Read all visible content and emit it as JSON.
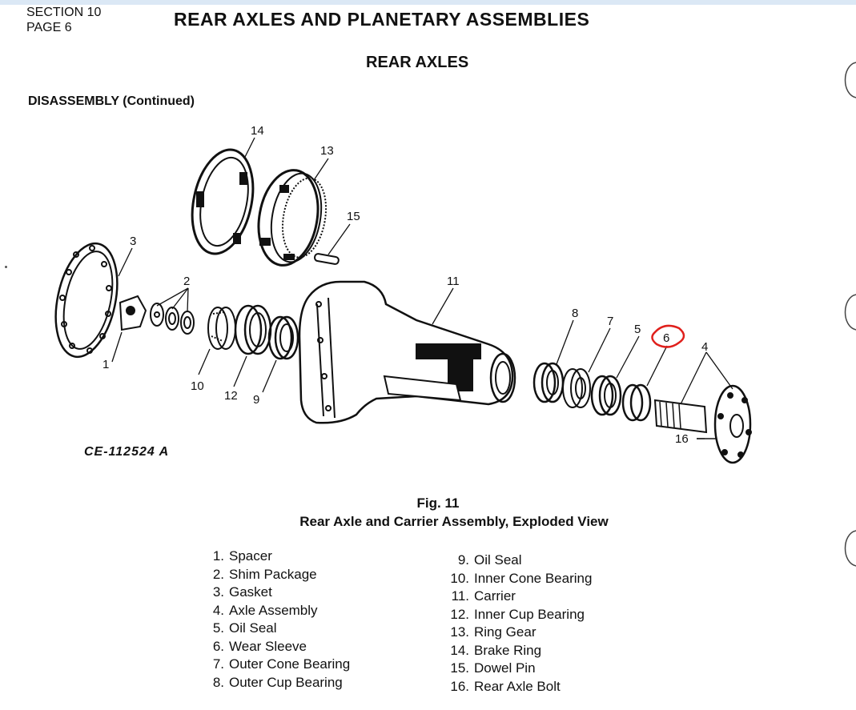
{
  "header": {
    "section": "SECTION 10",
    "page": "PAGE 6",
    "title": "REAR AXLES AND PLANETARY ASSEMBLIES",
    "subtitle": "REAR AXLES",
    "heading": "DISASSEMBLY (Continued)"
  },
  "figure": {
    "code": "CE-112524 A",
    "number": "Fig. 11",
    "caption": "Rear Axle and Carrier Assembly, Exploded View",
    "callouts": [
      "14",
      "13",
      "15",
      "3",
      "2",
      "11",
      "8",
      "7",
      "5",
      "6",
      "4",
      "1",
      "10",
      "12",
      "9",
      "16"
    ],
    "highlight_color": "#e0201c"
  },
  "legend": {
    "left": [
      {
        "num": "1.",
        "label": "Spacer"
      },
      {
        "num": "2.",
        "label": "Shim Package"
      },
      {
        "num": "3.",
        "label": "Gasket"
      },
      {
        "num": "4.",
        "label": "Axle Assembly"
      },
      {
        "num": "5.",
        "label": "Oil Seal"
      },
      {
        "num": "6.",
        "label": "Wear Sleeve"
      },
      {
        "num": "7.",
        "label": "Outer Cone Bearing"
      },
      {
        "num": "8.",
        "label": "Outer Cup Bearing"
      }
    ],
    "right": [
      {
        "num": "9.",
        "label": "Oil Seal"
      },
      {
        "num": "10.",
        "label": "Inner Cone Bearing"
      },
      {
        "num": "11.",
        "label": "Carrier"
      },
      {
        "num": "12.",
        "label": "Inner Cup Bearing"
      },
      {
        "num": "13.",
        "label": "Ring Gear"
      },
      {
        "num": "14.",
        "label": "Brake Ring"
      },
      {
        "num": "15.",
        "label": "Dowel Pin"
      },
      {
        "num": "16.",
        "label": "Rear Axle Bolt"
      }
    ]
  }
}
